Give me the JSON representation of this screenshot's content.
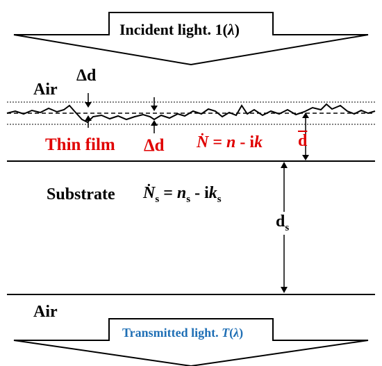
{
  "incident": {
    "text": "Incident light. 1(",
    "symbol": "λ",
    "close": ")"
  },
  "transmitted": {
    "text": "Transmitted light. ",
    "T": "T",
    "open": "(",
    "symbol": "λ",
    "close": ")"
  },
  "air_top": "Air",
  "air_bottom": "Air",
  "delta_d_top": "Δd",
  "delta_d_bottom": "Δd",
  "thin_film": "Thin film",
  "film_index": {
    "N": "N",
    "eq": " = ",
    "n": "n",
    "minus": " - i",
    "k": "k"
  },
  "mean_thickness": "d",
  "substrate": "Substrate",
  "substrate_index": {
    "N": "N",
    "s1": "s",
    "eq": " = ",
    "n": "n",
    "s2": "s",
    "minus": " - i",
    "k": "k",
    "s3": "s"
  },
  "substrate_thickness": {
    "d": "d",
    "sub": "s"
  },
  "colors": {
    "red": "#e00000",
    "blue": "#1f6fb5",
    "black": "#000000"
  }
}
